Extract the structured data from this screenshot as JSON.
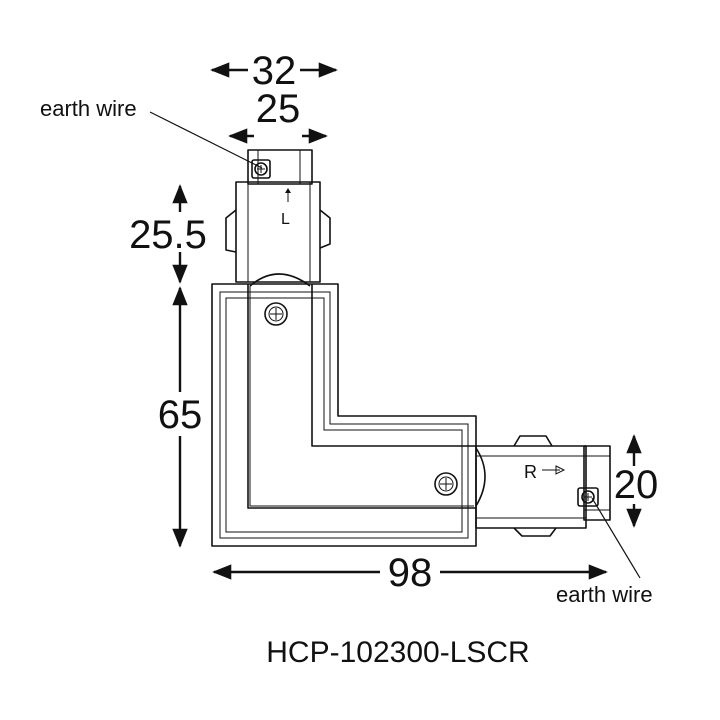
{
  "dimensions": {
    "top_outer": "32",
    "top_inner": "25",
    "left_upper": "25.5",
    "left_lower": "65",
    "bottom": "98",
    "right": "20"
  },
  "labels": {
    "earth_wire_top": "earth wire",
    "earth_wire_bottom": "earth wire",
    "arm_left": "L",
    "arm_right": "R"
  },
  "product_code": "HCP-102300-LSCR",
  "icons": [
    "screw-icon",
    "arrow-up-icon",
    "arrow-right-icon",
    "dimension-arrow-icon"
  ]
}
